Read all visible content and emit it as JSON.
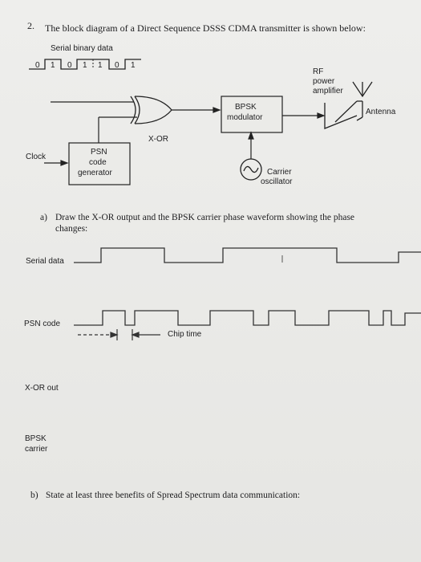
{
  "question": {
    "number": "2.",
    "text": "The block diagram of a Direct Sequence DSSS CDMA transmitter is shown below:"
  },
  "diagram": {
    "serial_label": "Serial binary data",
    "serial_bits": [
      "0",
      "1",
      "0",
      "1",
      "1",
      "0",
      "1"
    ],
    "xor_label": "X-OR",
    "bpsk_label_1": "BPSK",
    "bpsk_label_2": "modulator",
    "rf_label_1": "RF",
    "rf_label_2": "power",
    "rf_label_3": "amplifier",
    "antenna_label": "Antenna",
    "clock_label": "Clock",
    "psn_label_1": "PSN",
    "psn_label_2": "code",
    "psn_label_3": "generator",
    "carrier_label_1": "Carrier",
    "carrier_label_2": "oscillator"
  },
  "part_a": {
    "letter": "a)",
    "line1": "Draw the X-OR output and the BPSK carrier phase waveform showing the phase",
    "line2": "changes:"
  },
  "waveforms": {
    "serial_label": "Serial data",
    "psn_label": "PSN code",
    "chip_time_label": "Chip time",
    "xor_label": "X-OR out",
    "bpsk_label_1": "BPSK",
    "bpsk_label_2": "carrier"
  },
  "part_b": {
    "letter": "b)",
    "text": "State at least three benefits of Spread Spectrum data communication:"
  }
}
